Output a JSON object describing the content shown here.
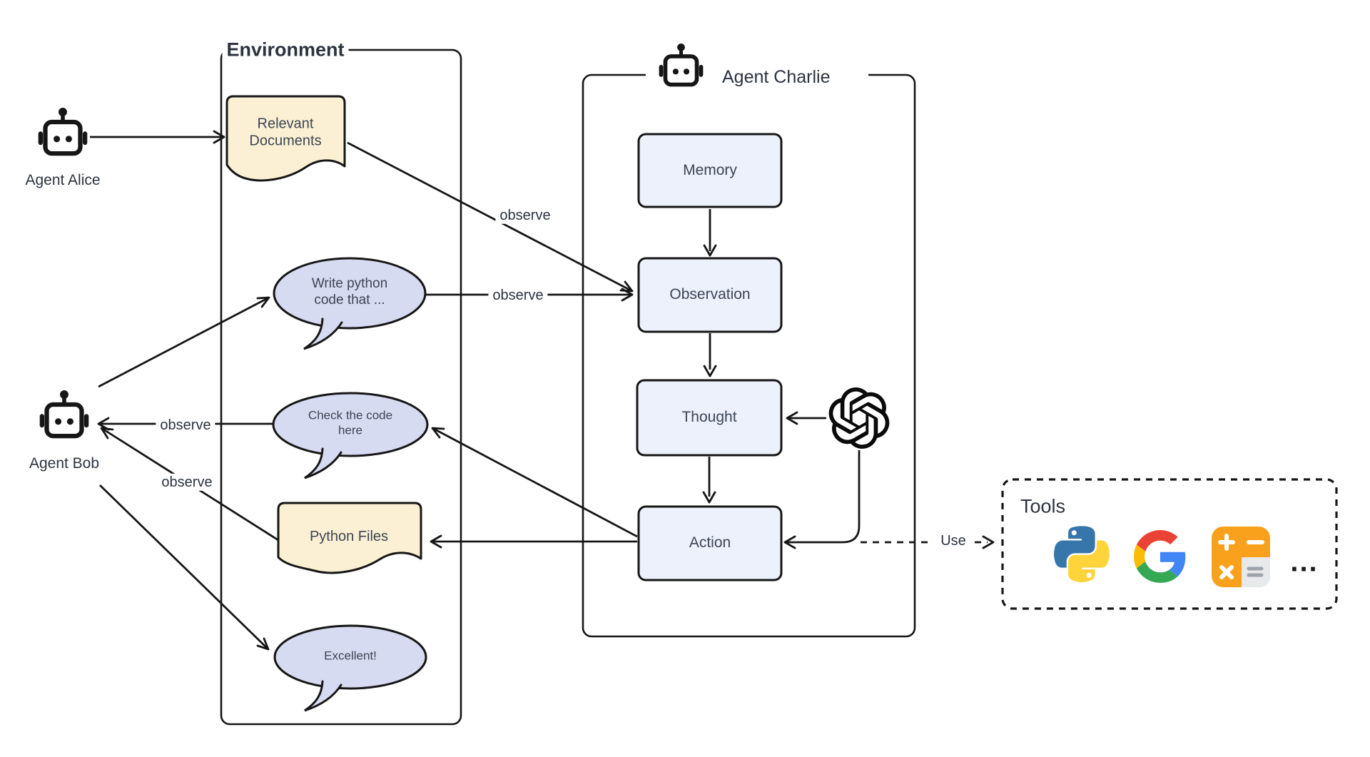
{
  "colors": {
    "ink": "#161616",
    "doc-fill": "#FBF0D3",
    "bubble-fill": "#D7DBF2",
    "box-fill": "#EDF1FB",
    "python-blue": "#3776AB",
    "python-yellow": "#FFD43B",
    "google-red": "#EA4335",
    "google-blue": "#4285F4",
    "google-yellow": "#FBBC05",
    "google-green": "#34A853",
    "calc-orange": "#F9A11C",
    "calc-gray": "#E8E9EA",
    "calc-symbol-gray": "#9CA3AA",
    "text-dark": "#2C333F",
    "text-shape": "#3D4554"
  },
  "agents": {
    "alice": {
      "label": "Agent Alice"
    },
    "bob": {
      "label": "Agent Bob"
    },
    "charlie": {
      "label": "Agent Charlie"
    }
  },
  "environment": {
    "title": "Environment",
    "relevant_documents": "Relevant\nDocuments",
    "bubble_write": "Write python\ncode that ...",
    "bubble_check": "Check the code\nhere",
    "python_files": "Python Files",
    "bubble_excellent": "Excellent!"
  },
  "pipeline": {
    "memory": "Memory",
    "observation": "Observation",
    "thought": "Thought",
    "action": "Action"
  },
  "edge_labels": {
    "observe_docs": "observe",
    "observe_write": "observe",
    "observe_check": "observe",
    "observe_files": "observe",
    "use": "Use"
  },
  "tools": {
    "title": "Tools",
    "items": [
      "python",
      "google-search",
      "calculator"
    ],
    "more": "..."
  }
}
